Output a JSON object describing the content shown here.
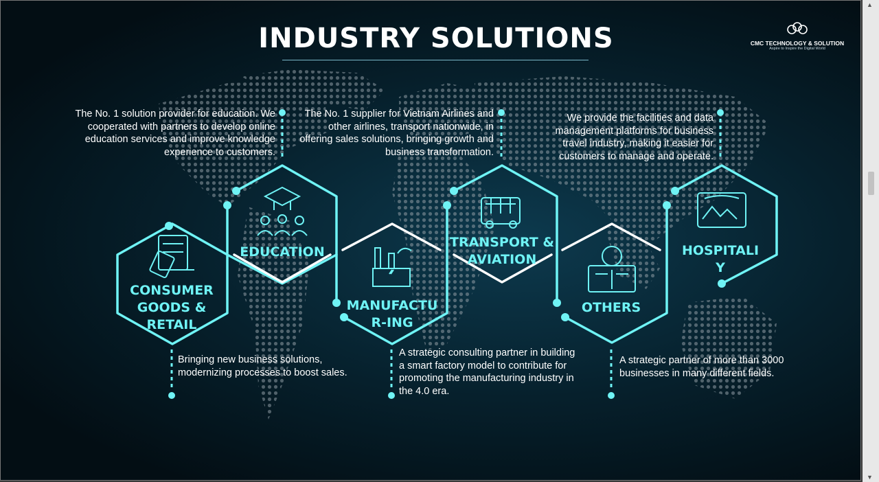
{
  "title": "INDUSTRY SOLUTIONS",
  "logo": {
    "name": "CMC TECHNOLOGY & SOLUTION",
    "tagline": "Aspire to Inspire the Digital World"
  },
  "colors": {
    "accent": "#6ff3f5",
    "background": "#06202c",
    "text": "#ffffff"
  },
  "segments": [
    {
      "label": "CONSUMER GOODS & RETAIL",
      "icon": "shopping-cart-icon",
      "description": "Bringing new business solutions, modernizing processes to boost sales."
    },
    {
      "label": "EDUCATION",
      "icon": "graduation-class-icon",
      "description": "The No. 1  solution provider for education. We cooperated with partners to develop online education services and improve knowledge experience to customers."
    },
    {
      "label": "MANUFACTU R-ING",
      "icon": "factory-icon",
      "description": "A strategic consulting partner in building a smart factory model to contribute for promoting the manufacturing industry in the 4.0 era."
    },
    {
      "label": "TRANSPORT & AVIATION",
      "icon": "bus-icon",
      "description": "The No. 1 supplier for Vietnam Airlines and other airlines, transport nationwide, in offering sales solutions, bringing growth and business transformation."
    },
    {
      "label": "OTHERS",
      "icon": "globe-tablet-icon",
      "description": "A strategic partner of more than 3000 businesses in many different fields."
    },
    {
      "label": "HOSPITALI Y",
      "icon": "landscape-icon",
      "description": "We provide the facilities and data management platforms for business travel industry, making it easier for customers to manage and operate."
    }
  ]
}
